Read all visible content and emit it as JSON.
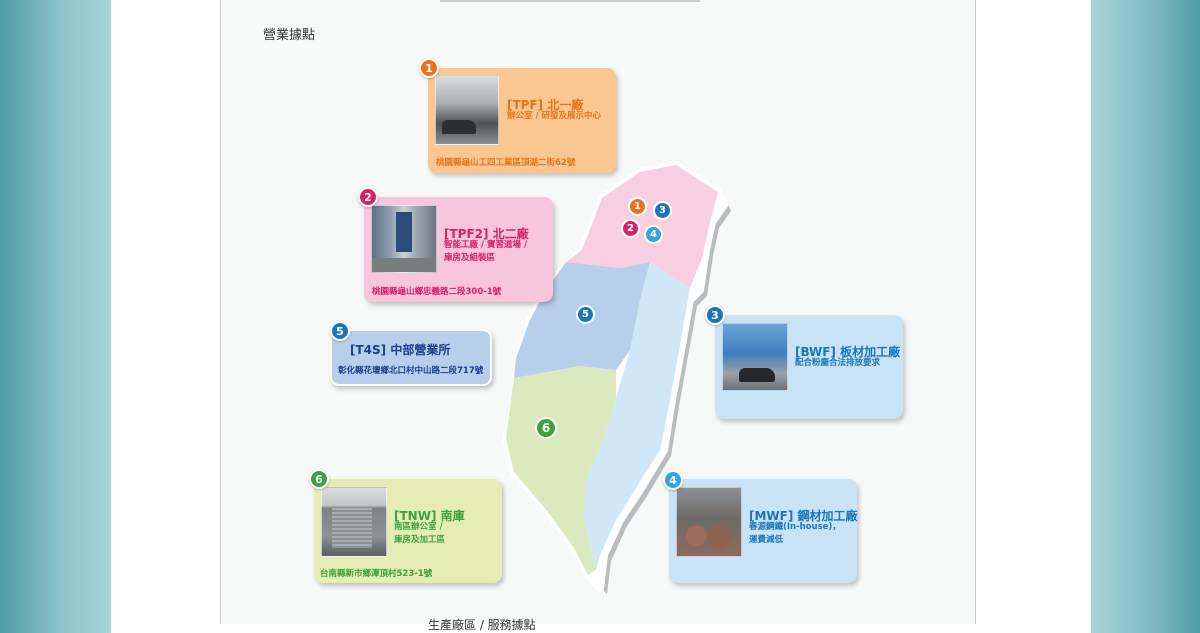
{
  "section_title": "營業據點",
  "bottom_text": "生產廠區 / 服務據點",
  "colors": {
    "orange": "#e8731c",
    "magenta": "#d6206a",
    "blue": "#1b75bb",
    "sky": "#32a4e0",
    "green": "#3aa240",
    "navy": "#1d3f8f"
  },
  "locations": [
    {
      "num": "1",
      "name": "[TPF] 北一廠",
      "desc": "辦公室 / 研發及展示中心",
      "addr": "桃園縣龜山工四工業區頂湖二街62號"
    },
    {
      "num": "2",
      "name": "[TPF2] 北二廠",
      "desc": "智能工廠 / 實習道場 /\n庫房及組裝區",
      "addr": "桃園縣龜山鄉忠義路二段300-1號"
    },
    {
      "num": "5",
      "name": "[T4S] 中部營業所",
      "desc": "",
      "addr": "彰化縣花壇鄉北口村中山路二段717號"
    },
    {
      "num": "3",
      "name": "[BWF] 板材加工廠",
      "desc": "配合粉塵合法排放要求",
      "addr": ""
    },
    {
      "num": "4",
      "name": "[MWF] 鋼材加工廠",
      "desc": "春源鋼鐵(In-house)，\n運費減低",
      "addr": ""
    },
    {
      "num": "6",
      "name": "[TNW] 南庫",
      "desc": "南區辦公室 /\n庫房及加工區",
      "addr": "台南縣新市鄉潭頂村523-1號"
    }
  ],
  "map_markers": [
    "1",
    "3",
    "2",
    "4",
    "5",
    "6"
  ]
}
